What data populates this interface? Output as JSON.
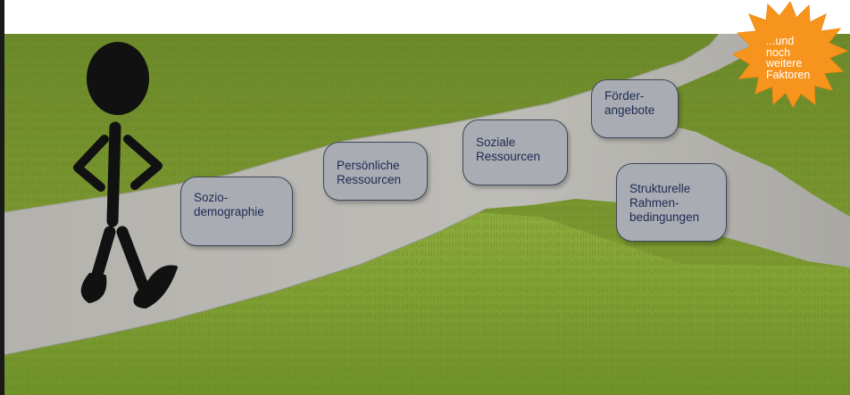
{
  "diagram": {
    "factors": [
      {
        "label": "Sozio-\ndemographie"
      },
      {
        "label": "Persönliche\nRessourcen"
      },
      {
        "label": "Soziale\nRessourcen"
      },
      {
        "label": "Förder-\nangebote"
      },
      {
        "label": "Strukturelle\nRahmen-\nbedingungen"
      }
    ],
    "burst": {
      "label": "...und\nnoch\nweitere\nFaktoren"
    }
  },
  "colors": {
    "box_fill": "#a9acb3",
    "box_border": "#3f4859",
    "box_text": "#1f2a52",
    "burst_fill": "#f7941d",
    "grass": "#6f8f2c",
    "path": "#b9b8b4",
    "figure": "#111111"
  }
}
